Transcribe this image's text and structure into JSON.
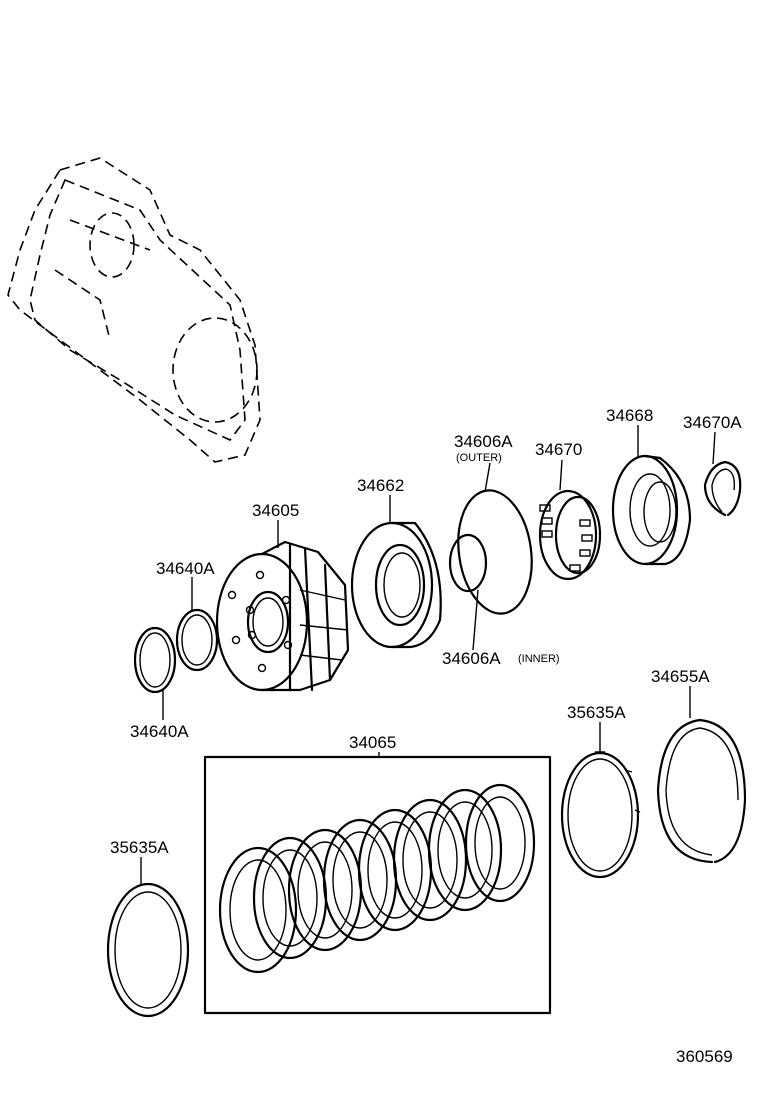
{
  "labels": {
    "p34605": "34605",
    "p34662": "34662",
    "p34606_outer": "34606A",
    "p34606_outer_note": "(OUTER)",
    "p34670": "34670",
    "p34668": "34668",
    "p34670a": "34670A",
    "p34640a_top": "34640A",
    "p34640a_bot": "34640A",
    "p34606_inner": "34606A",
    "p34606_inner_note": "(INNER)",
    "p35635a_right": "35635A",
    "p34655a": "34655A",
    "p34065": "34065",
    "p35635a_left": "35635A",
    "ref_number": "360569"
  }
}
